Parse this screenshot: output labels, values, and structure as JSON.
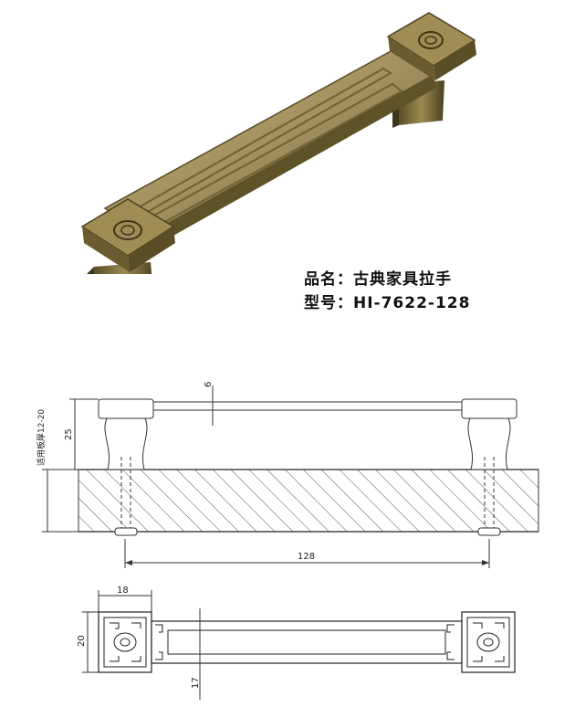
{
  "product": {
    "name_line": "品名：古典家具拉手",
    "model_line": "型号：HI-7622-128"
  },
  "drawing": {
    "dim_6": "6",
    "dim_25": "25",
    "board_thickness_note": "适用板厚12-20",
    "dim_128": "128",
    "dim_18": "18",
    "dim_20": "20",
    "dim_17": "17"
  },
  "colors": {
    "antique_bronze": "#8a7a3c",
    "bronze_dark": "#4b4020",
    "bronze_light": "#c2b070"
  }
}
